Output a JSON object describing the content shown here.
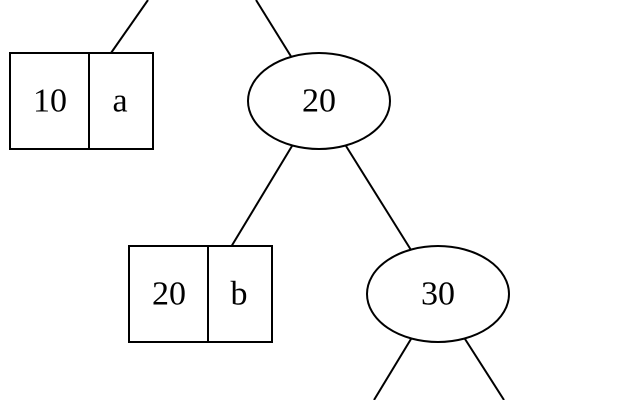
{
  "diagram": {
    "type": "tree",
    "internal_nodes": [
      {
        "id": "n20",
        "key": "20"
      },
      {
        "id": "n30",
        "key": "30"
      }
    ],
    "leaf_nodes": [
      {
        "id": "leaf10",
        "key": "10",
        "value": "a"
      },
      {
        "id": "leaf20",
        "key": "20",
        "value": "b"
      }
    ]
  }
}
